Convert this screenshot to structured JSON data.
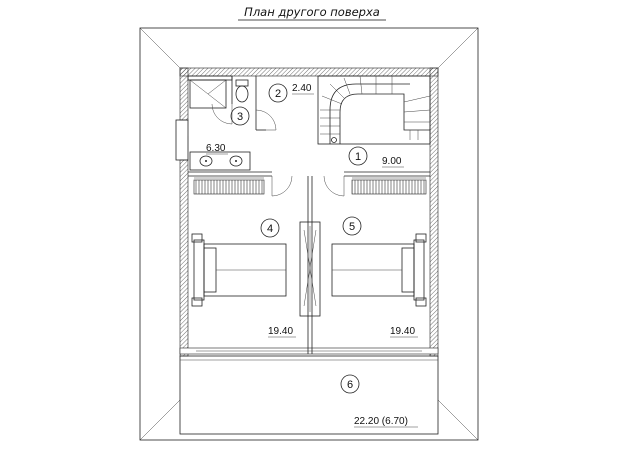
{
  "title": "План другого поверха",
  "rooms": [
    {
      "number": "1",
      "area": "9.00"
    },
    {
      "number": "2",
      "area": "2.40"
    },
    {
      "number": "3",
      "area": "6.30"
    },
    {
      "number": "4",
      "area": "19.40"
    },
    {
      "number": "5",
      "area": "19.40"
    },
    {
      "number": "6",
      "area": "22.20 (6.70)"
    }
  ]
}
